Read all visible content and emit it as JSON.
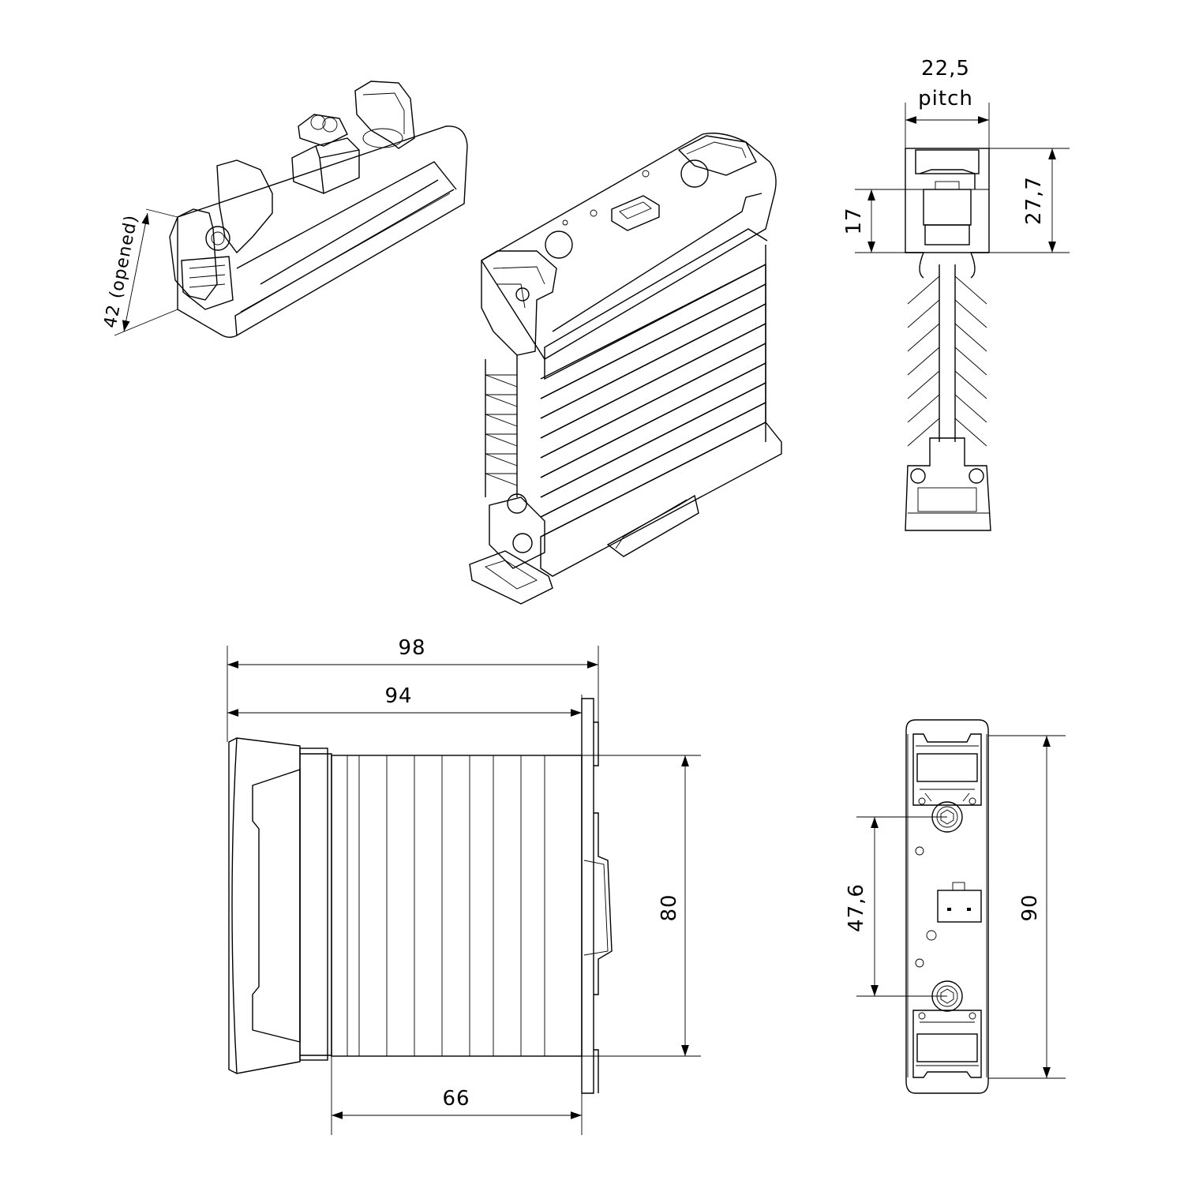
{
  "dimensions": {
    "pitch_width": "22,5",
    "pitch_word": "pitch",
    "opened_width": "42 (opened)",
    "height_17": "17",
    "height_27_7": "27,7",
    "length_98": "98",
    "length_94": "94",
    "heatsink_66": "66",
    "height_80": "80",
    "mount_47_6": "47,6",
    "height_90": "90"
  },
  "colors": {
    "line": "#000000",
    "background": "#ffffff"
  }
}
